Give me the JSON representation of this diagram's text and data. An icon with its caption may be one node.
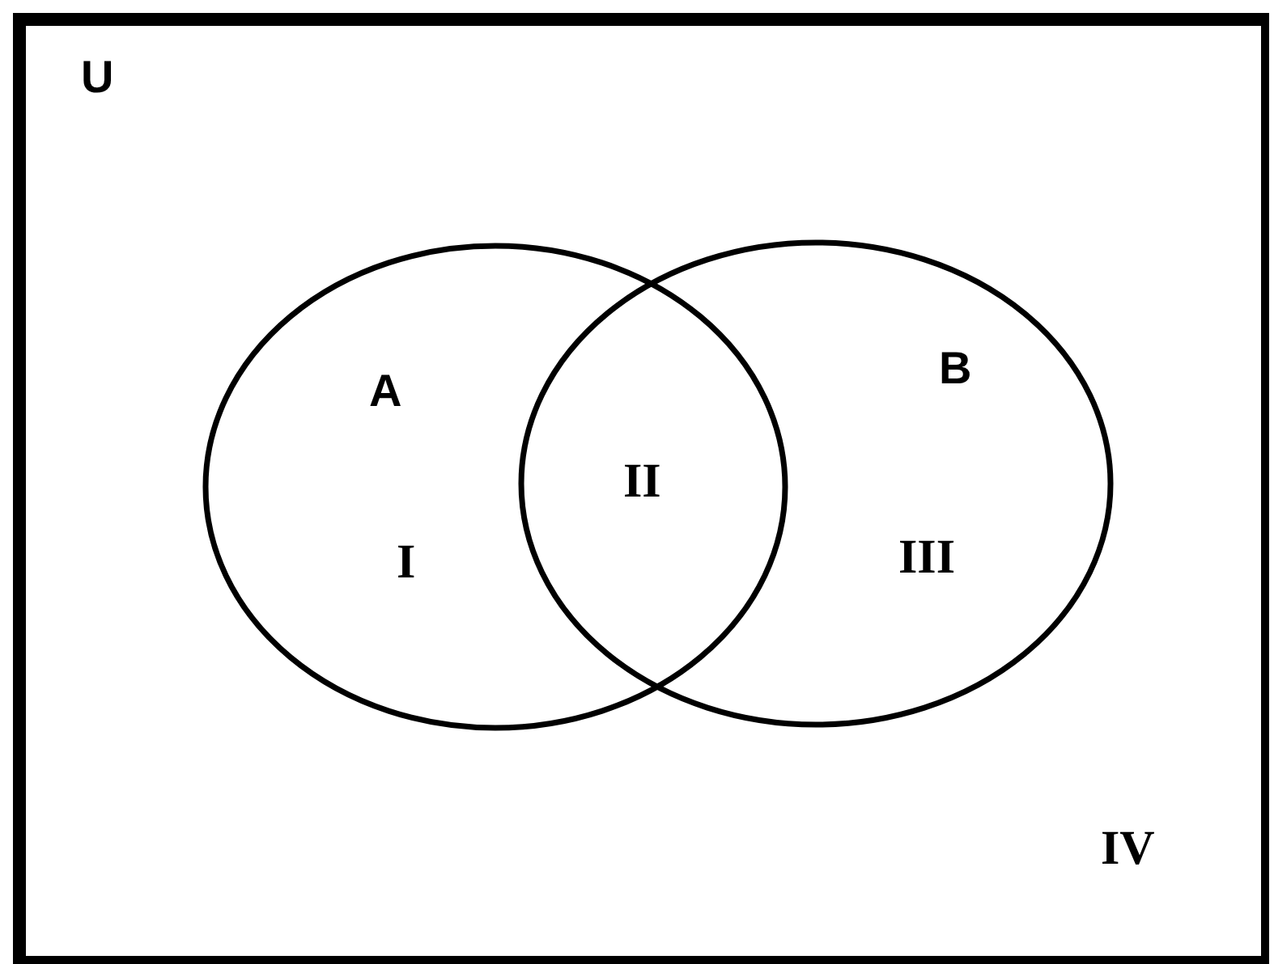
{
  "diagram": {
    "nodes": [
      {
        "text": [
          "U"
        ]
      },
      {
        "text": [
          "A"
        ],
        "in": 0
      },
      {
        "text": [
          "B"
        ],
        "in": 0
      }
    ],
    "labels": [
      "I",
      "II",
      "III",
      "IV"
    ]
  }
}
